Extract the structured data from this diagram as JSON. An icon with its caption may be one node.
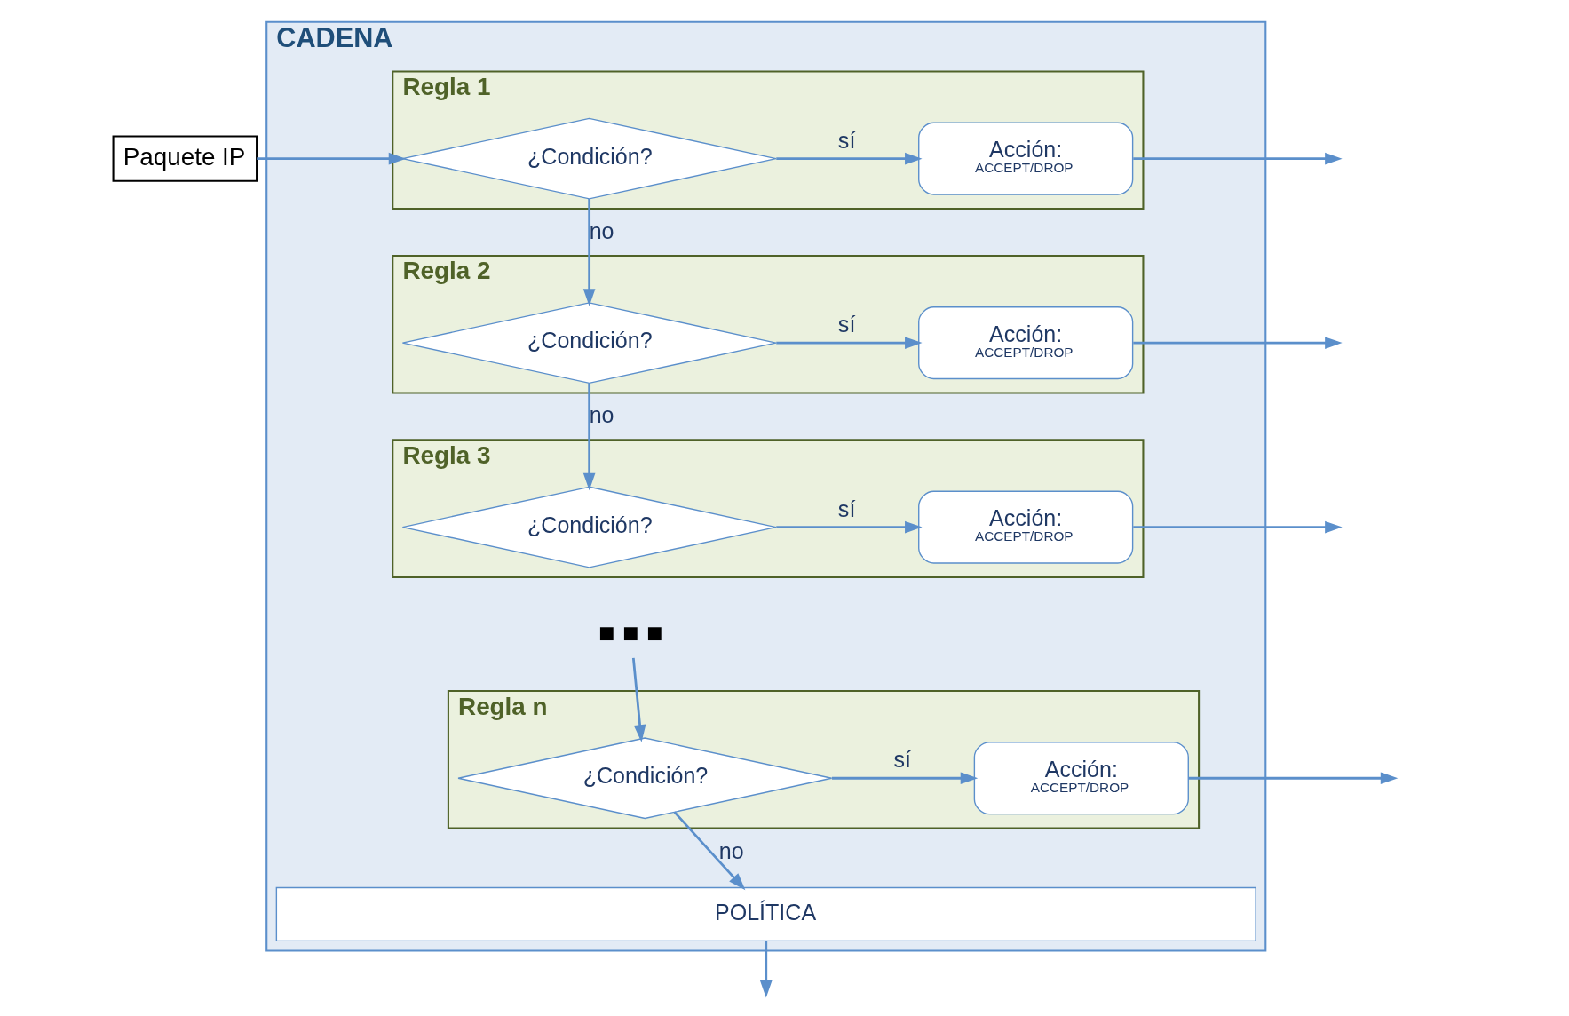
{
  "diagram": {
    "nodes": [
      {
        "text": [
          "Paquete IP"
        ]
      },
      {
        "text": [
          "CADENA"
        ]
      },
      {
        "text": [
          "Regla 1"
        ],
        "in": 1
      },
      {
        "text": [
          "¿Condición?"
        ],
        "in": 2
      },
      {
        "text": [
          "Acción:",
          "ACCEPT/DROP"
        ],
        "in": 2
      },
      {
        "text": [
          "Regla 2"
        ],
        "in": 1
      },
      {
        "text": [
          "¿Condición?"
        ],
        "in": 5
      },
      {
        "text": [
          "Acción:",
          "ACCEPT/DROP"
        ],
        "in": 5
      },
      {
        "text": [
          "Regla 3"
        ],
        "in": 1
      },
      {
        "text": [
          "¿Condición?"
        ],
        "in": 8
      },
      {
        "text": [
          "Acción:",
          "ACCEPT/DROP"
        ],
        "in": 8
      },
      {
        "text": [
          "■ ■ ■"
        ],
        "in": 1
      },
      {
        "text": [
          "Regla n"
        ],
        "in": 1
      },
      {
        "text": [
          "¿Condición?"
        ],
        "in": 12
      },
      {
        "text": [
          "Acción:",
          "ACCEPT/DROP"
        ],
        "in": 12
      },
      {
        "text": [
          "POLÍTICA"
        ],
        "in": 1
      }
    ],
    "edges": [
      {
        "from": 0,
        "to": 3,
        "arrow": "to"
      },
      {
        "from": 3,
        "to": 4,
        "label": "sí",
        "arrow": "to"
      },
      {
        "from": 4,
        "to": null,
        "arrow": "to"
      },
      {
        "from": 3,
        "to": 6,
        "label": "no",
        "arrow": "to"
      },
      {
        "from": 6,
        "to": 7,
        "label": "sí",
        "arrow": "to"
      },
      {
        "from": 7,
        "to": null,
        "arrow": "to"
      },
      {
        "from": 6,
        "to": 9,
        "label": "no",
        "arrow": "to"
      },
      {
        "from": 9,
        "to": 10,
        "label": "sí",
        "arrow": "to"
      },
      {
        "from": 10,
        "to": null,
        "arrow": "to"
      },
      {
        "from": 11,
        "to": 13,
        "arrow": "to"
      },
      {
        "from": 13,
        "to": 14,
        "label": "sí",
        "arrow": "to"
      },
      {
        "from": 14,
        "to": null,
        "arrow": "to"
      },
      {
        "from": 13,
        "to": 15,
        "label": "no",
        "arrow": "to"
      },
      {
        "from": 15,
        "to": null,
        "arrow": "to"
      }
    ]
  }
}
